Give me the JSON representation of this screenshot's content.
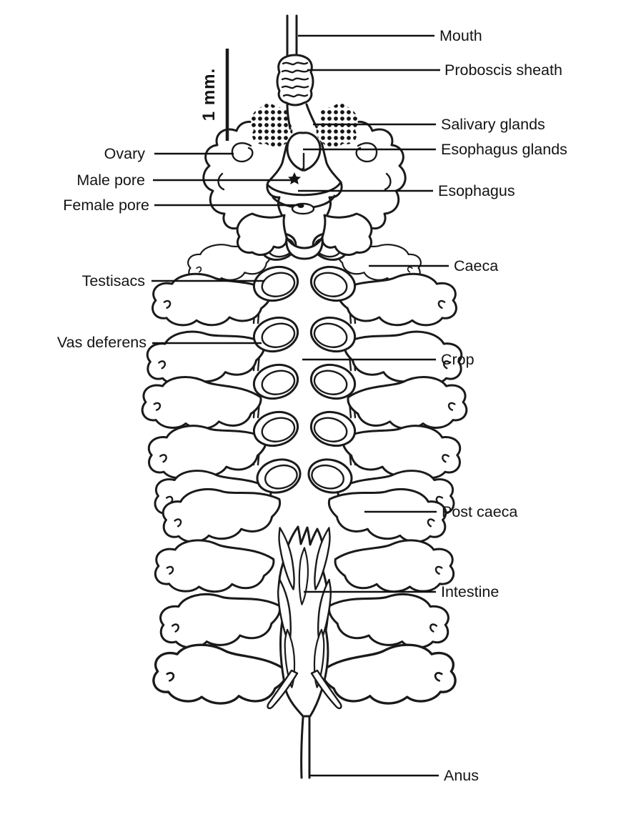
{
  "diagram": {
    "description": "Anatomical line diagram of internal organs (digestive and reproductive systems) with labeled leader lines",
    "scale_bar": {
      "label": "1 mm."
    },
    "labels": {
      "right": [
        "Mouth",
        "Proboscis sheath",
        "Salivary glands",
        "Esophagus glands",
        "Esophagus",
        "Caeca",
        "Crop",
        "Post caeca",
        "Intestine",
        "Anus"
      ],
      "left": [
        "Ovary",
        "Male pore",
        "Female pore",
        "Testisacs",
        "Vas deferens"
      ]
    },
    "colors": {
      "ink": "#1a1a1a",
      "background": "#ffffff"
    }
  }
}
